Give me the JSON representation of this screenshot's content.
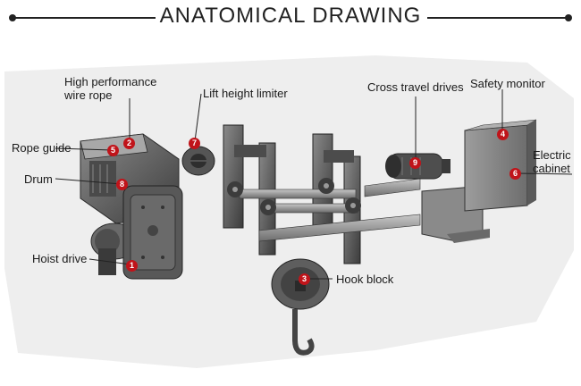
{
  "title": "ANATOMICAL DRAWING",
  "colors": {
    "badge": "#c0141a",
    "part": "#5a5a5a",
    "rail": "#9a9a9a"
  },
  "labels": {
    "wire_rope": [
      "High performance",
      "wire rope"
    ],
    "rope_guide": "Rope guide",
    "drum": "Drum",
    "hoist_drive": "Hoist drive",
    "lift_limiter": "Lift height limiter",
    "cross_travel": "Cross travel drives",
    "safety_monitor": "Safety monitor",
    "electric_cabinet": [
      "Electric",
      "cabinet"
    ],
    "hook_block": "Hook block"
  },
  "badges": {
    "hoist_drive": "1",
    "wire_rope": "2",
    "hook_block": "3",
    "safety_monitor": "4",
    "rope_guide": "5",
    "electric_cabinet": "6",
    "lift_limiter": "7",
    "drum": "8",
    "cross_travel": "9"
  }
}
